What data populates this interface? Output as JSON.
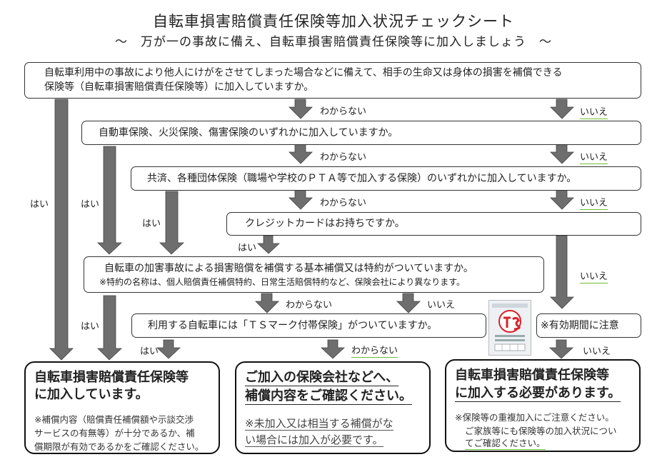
{
  "header": {
    "title": "自転車損害賠償責任保険等加入状況チェックシート",
    "subtitle": "～　万が一の事故に備え、自転車損害賠償責任保険等に加入しましょう　～"
  },
  "questions": {
    "q1_line1": "自転車利用中の事故により他人にけがをさせてしまった場合などに備えて、相手の生命又は身体の損害を補償できる",
    "q1_line2": "保険等（自転車損害賠償責任保険等）に加入していますか。",
    "q2": "自動車保険、火災保険、傷害保険のいずれかに加入していますか。",
    "q3": "共済、各種団体保険（職場や学校のＰＴＡ等で加入する保険）のいずれかに加入していますか。",
    "q4": "クレジットカードはお持ちですか。",
    "q5_line1": "自転車の加害事故による損害賠償を補償する基本補償又は特約がついていますか。",
    "q5_note": "※特約の名称は、個人賠償責任補償特約、日常生活賠償特約など、保険会社により異なります。",
    "q6": "利用する自転車には「ＴＳマーク付帯保険」がついていますか。"
  },
  "labels": {
    "yes": "はい",
    "no": "いいえ",
    "unknown": "わからない"
  },
  "ts_note": "※有効期間に注意",
  "results": {
    "insured": {
      "title_line1": "自転車損害賠償責任保険等",
      "title_line2": "に加入しています。",
      "note_line1": "※補償内容（賠償責任補償額や示談交渉",
      "note_line2": "サービスの有無等）が十分であるか、補",
      "note_line3": "償期限が有効であるかをご確認ください。"
    },
    "confirm": {
      "title_line1": "ご加入の保険会社などへ、",
      "title_line2": "補償内容をご確認ください。",
      "note_line1": "※未加入又は相当する補償がな",
      "note_line2": "い場合には加入が必要です。"
    },
    "need": {
      "title_line1": "自転車損害賠償責任保険等",
      "title_line2": "に加入する必要があります。",
      "note_line1": "※保険等の重複加入にご注意ください。",
      "note_line2": "ご家族等にも保険等の加入状況につい",
      "note_line3": "てご確認ください。"
    }
  },
  "colors": {
    "arrow": "#6e6e6e",
    "underline_green": "#6dbb32",
    "ts_red": "#d8222a"
  }
}
